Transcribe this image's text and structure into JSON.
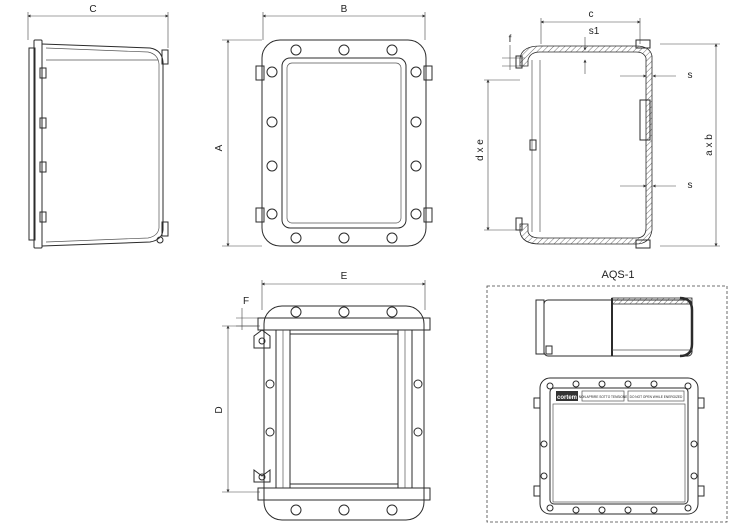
{
  "labels": {
    "C": "C",
    "B": "B",
    "A": "A",
    "c": "c",
    "f": "f",
    "s1": "s1",
    "s_top": "s",
    "s_bottom": "s",
    "dxe": "d x e",
    "axb": "a x b",
    "E": "E",
    "F": "F",
    "D": "D",
    "variant": "AQS-1",
    "brand": "cortem",
    "warning1": "NON APRIRE SOTTO TENSIONE",
    "warning2": "DO NOT OPEN WHILE ENERGIZED"
  },
  "colors": {
    "line": "#2b2b2b",
    "background": "#ffffff"
  }
}
